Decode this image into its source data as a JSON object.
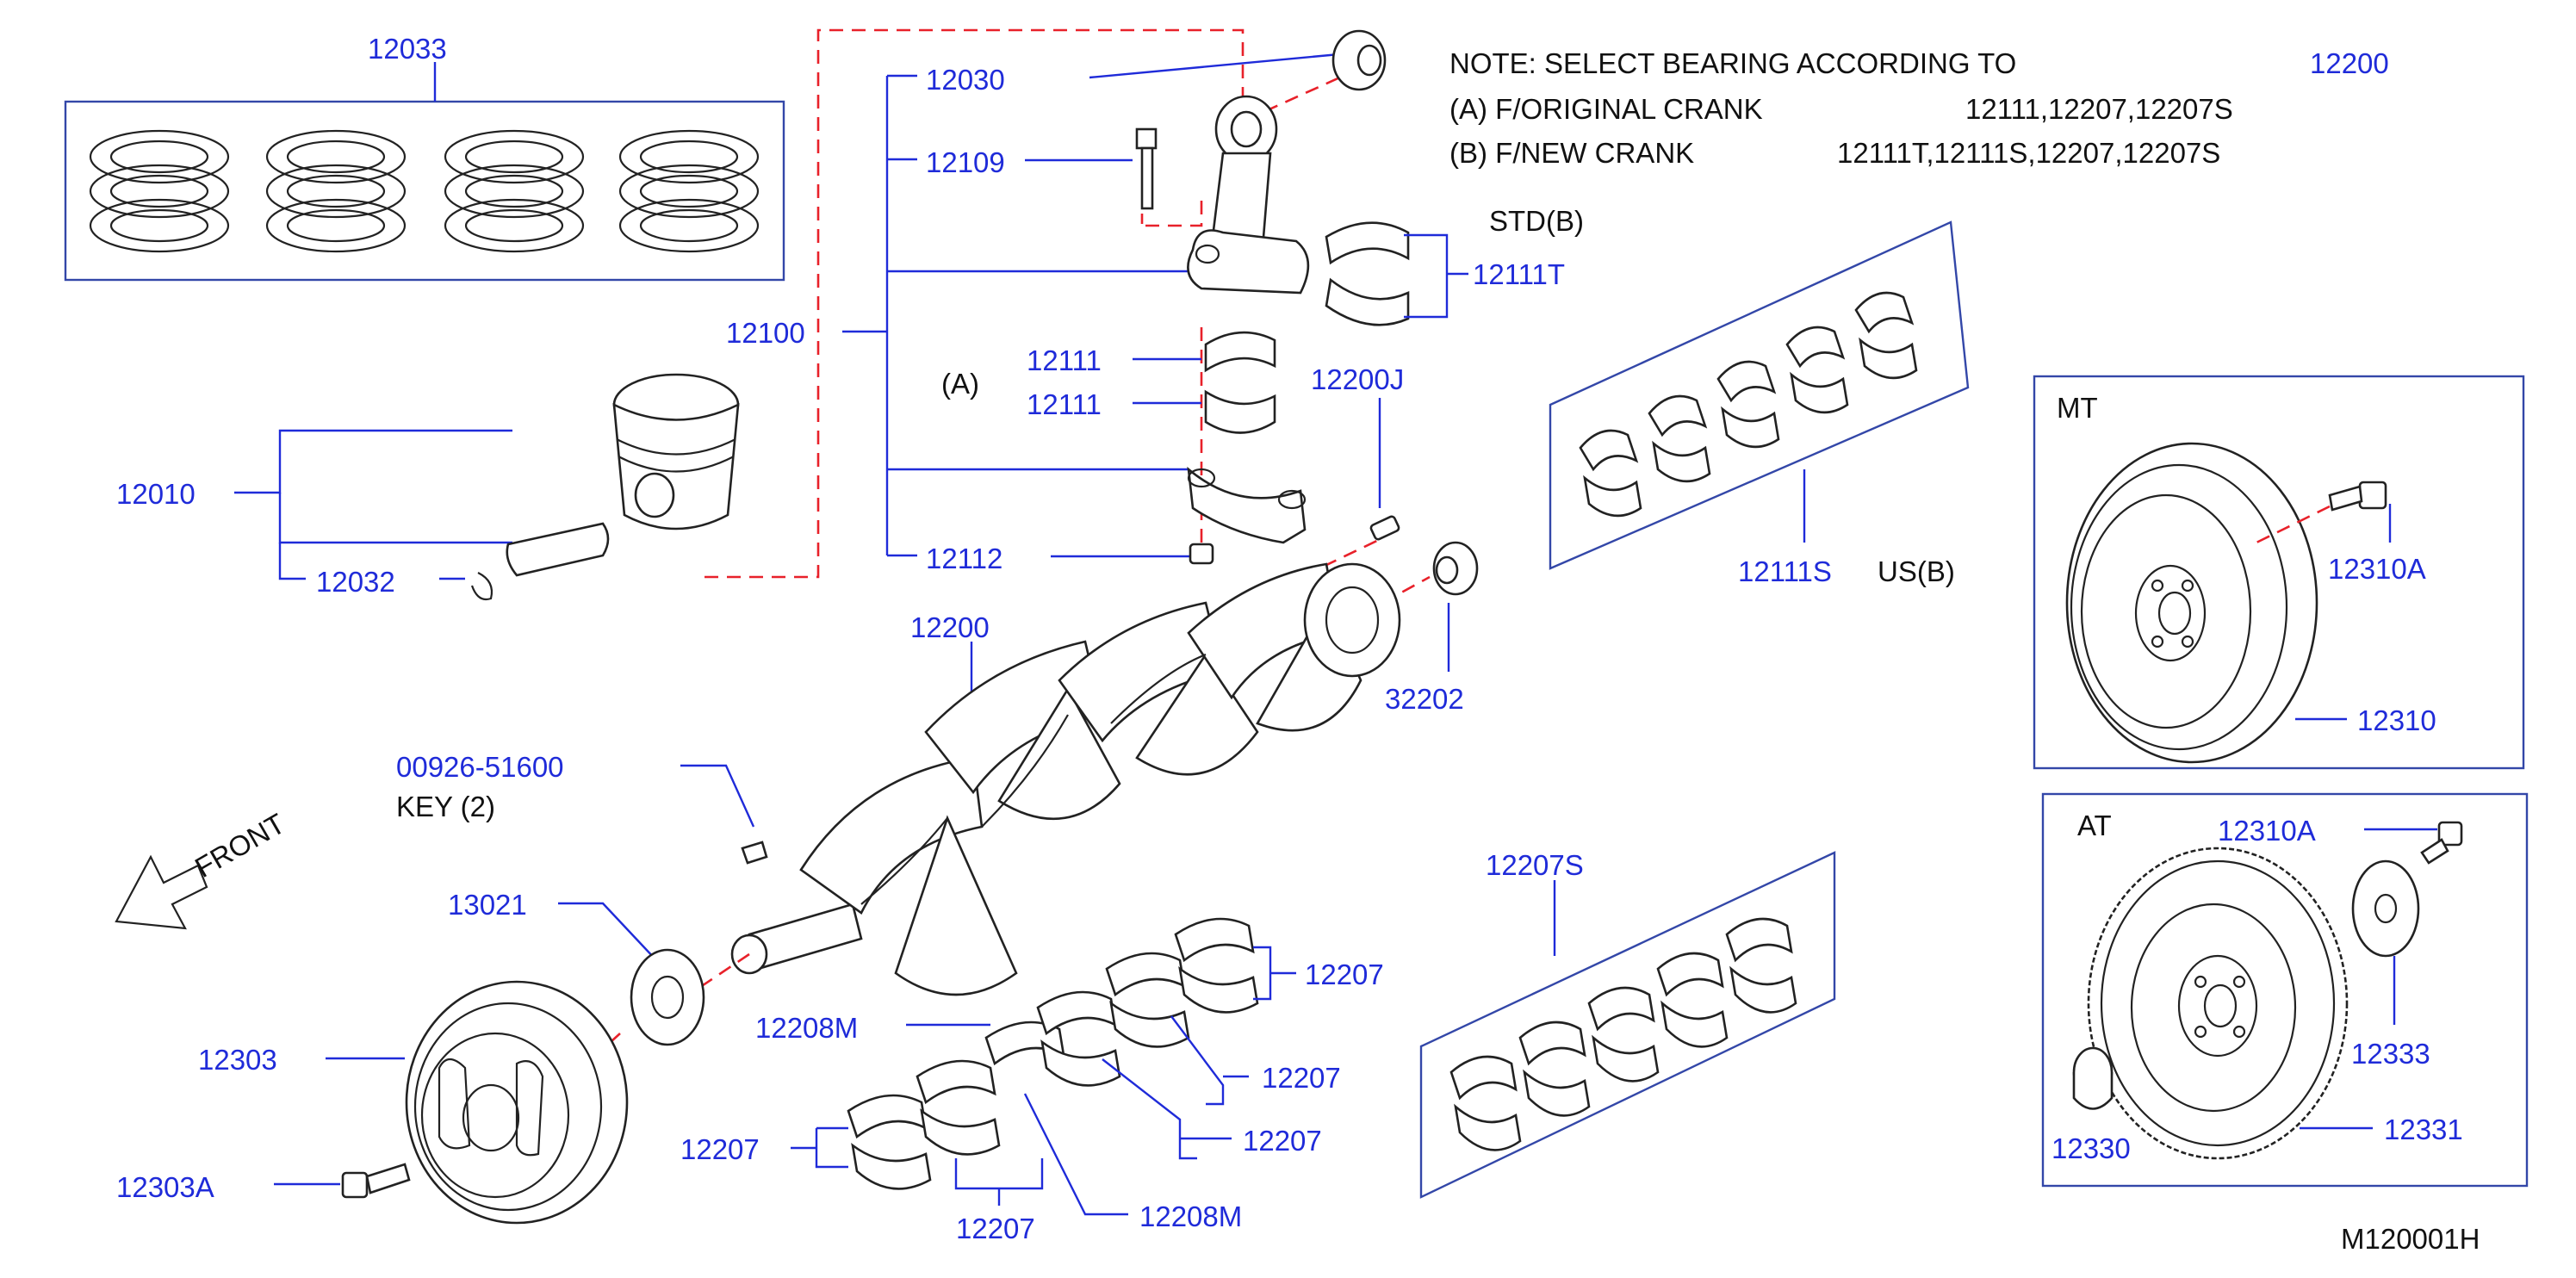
{
  "colors": {
    "label": "#1f2bd9",
    "text": "#111111",
    "dashed_leader": "#e8212a",
    "box": "#3347a8"
  },
  "note": {
    "line1_text": "NOTE:  SELECT  BEARING  ACCORDING  TO",
    "line1_ref": "12200",
    "line2_text": "(A)  F/ORIGINAL  CRANK",
    "line2_parts": "12111,12207,12207S",
    "line3_text": "(B)  F/NEW  CRANK",
    "line3_parts": "12111T,12111S,12207,12207S"
  },
  "callouts": {
    "rings": "12033",
    "bush": "12030",
    "rod_bolt": "12109",
    "rod_assembly": "12100",
    "rod_bearing_upper": "12111",
    "rod_bearing_lower": "12111",
    "variant_a": "(A)",
    "rod_nut": "12112",
    "piston": "12010",
    "pin_clip": "12032",
    "std_bearing_label": "STD(B)",
    "std_bearing": "12111T",
    "plug": "12200J",
    "us_bearing": "12111S",
    "us_label": "US(B)",
    "crankshaft": "12200",
    "pilot_bushing": "32202",
    "key_part": "00926-51600",
    "key_text": "KEY   (2)",
    "front_text": "FRONT",
    "sprocket": "13021",
    "pulley": "12303",
    "pulley_bolt": "12303A",
    "thrust_upper": "12208M",
    "thrust_lower": "12208M",
    "main_bearing_1": "12207",
    "main_bearing_2": "12207",
    "main_bearing_3": "12207",
    "main_bearing_4": "12207",
    "main_bearing_5": "12207",
    "main_bearing_set": "12207S",
    "mt_label": "MT",
    "flywheel_bolt_mt": "12310A",
    "flywheel": "12310",
    "at_label": "AT",
    "flywheel_bolt_at": "12310A",
    "reinforcement_plate": "12333",
    "spacer": "12330",
    "drive_plate": "12331",
    "figure_code": "M120001H"
  }
}
